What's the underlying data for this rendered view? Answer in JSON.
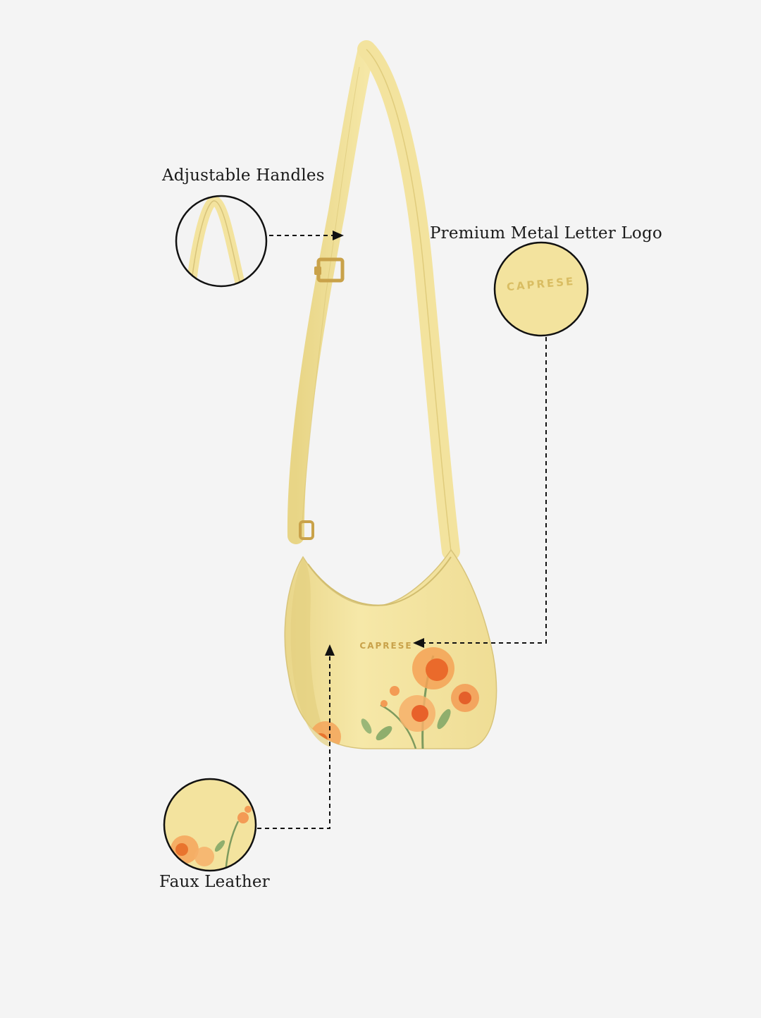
{
  "callouts": {
    "handles": {
      "label": "Adjustable Handles"
    },
    "logo": {
      "label": "Premium Metal Letter Logo",
      "zoom_text": "CAPRESE"
    },
    "leather": {
      "label": "Faux Leather"
    }
  },
  "bag": {
    "brand": "CAPRESE"
  },
  "colors": {
    "background": "#f4f4f4",
    "bag": "#f3e39e",
    "gold": "#c9a24a",
    "flower": "#ee7b2a"
  }
}
